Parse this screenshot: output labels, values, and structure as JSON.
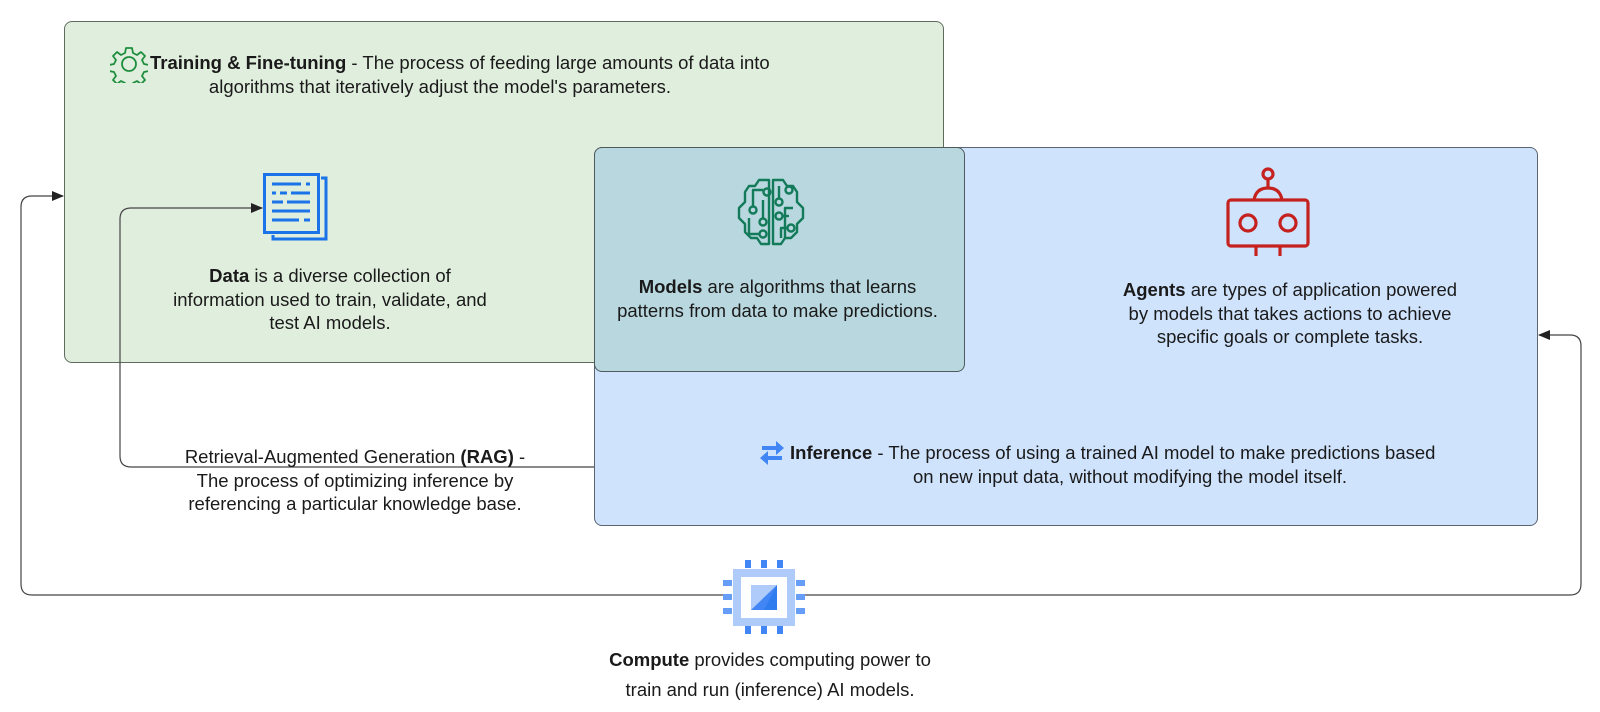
{
  "colors": {
    "training_fill": "#e0eedd",
    "inference_fill": "#cfe3fd",
    "overlap_fill": "#b8d7de",
    "gear": "#1e8e3e",
    "data_icon": "#1a73e8",
    "brain_icon": "#137a5a",
    "robot_icon": "#c5221f",
    "inference_icon": "#4285f4",
    "chip_light": "#aecbfa",
    "chip_mid": "#669df6",
    "chip_dark": "#4285f4"
  },
  "training": {
    "icon": "gear-icon",
    "title": "Training & Fine-tuning",
    "description_line1": " - The process of feeding large amounts of data into",
    "description_line2": "algorithms that iteratively adjust the model's parameters."
  },
  "data_node": {
    "icon": "document-icon",
    "title": "Data",
    "line1": " is a diverse collection of",
    "line2": "information used to train, validate, and",
    "line3": "test AI models."
  },
  "models_node": {
    "icon": "brain-circuit-icon",
    "title": "Models",
    "line1": " are algorithms that learns",
    "line2": "patterns from data to make predictions."
  },
  "agents_node": {
    "icon": "robot-icon",
    "title": "Agents",
    "line1": " are types of application powered",
    "line2": "by models that takes actions to achieve",
    "line3": "specific goals or complete tasks."
  },
  "inference": {
    "icon": "swap-arrows-icon",
    "title": "Inference",
    "description_line1": " - The process of using a trained AI model to make predictions based",
    "description_line2": "on new input data, without modifying the model itself."
  },
  "rag": {
    "line1_prefix": "Retrieval-Augmented Generation ",
    "line1_bold": "(RAG)",
    "line1_suffix": " -",
    "line2": "The process of optimizing inference by",
    "line3": "referencing a particular knowledge base."
  },
  "compute": {
    "icon": "chip-icon",
    "title": "Compute",
    "line1": " provides computing power to",
    "line2": "train and run (inference) AI models."
  }
}
